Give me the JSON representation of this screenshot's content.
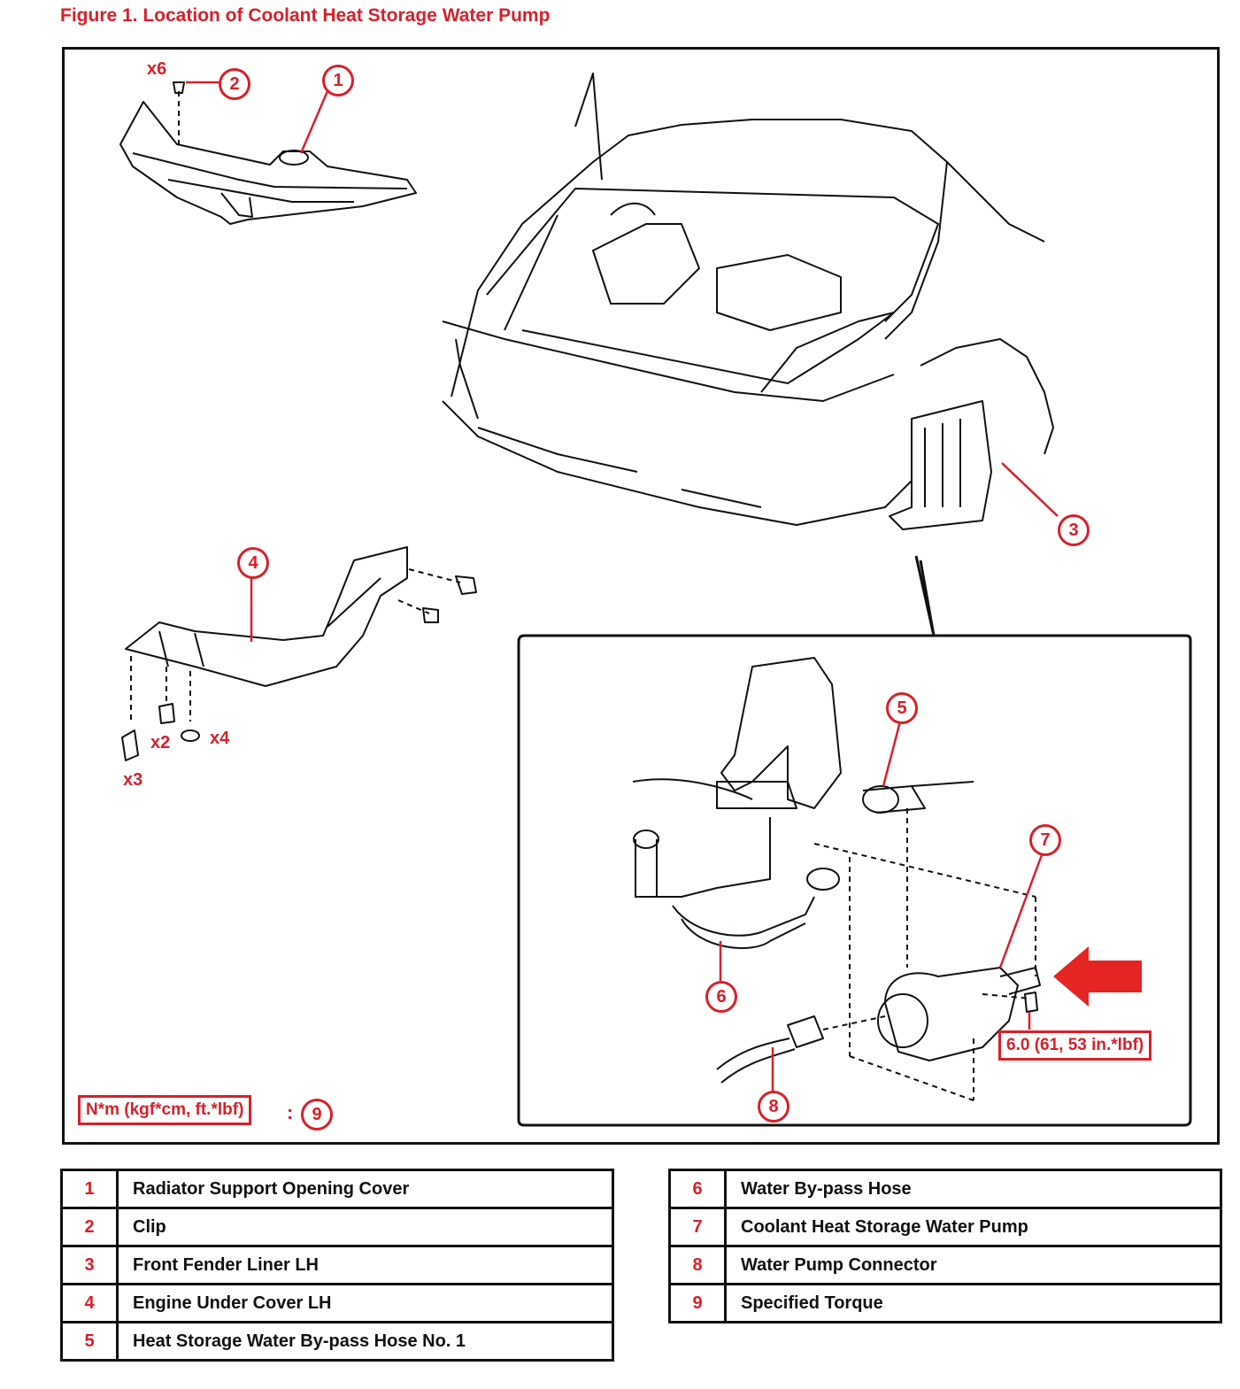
{
  "figure_title": "Figure 1.  Location of Coolant Heat Storage Water Pump",
  "callouts": [
    "1",
    "2",
    "3",
    "4",
    "5",
    "6",
    "7",
    "8",
    "9"
  ],
  "quantities": {
    "x6": "x6",
    "x2": "x2",
    "x4": "x4",
    "x3": "x3"
  },
  "torque_label": "6.0 (61, 53 in.*lbf)",
  "units_legend": "N*m (kgf*cm, ft.*lbf)",
  "units_colon": ":",
  "legend_left": [
    {
      "num": "1",
      "label": "Radiator Support Opening Cover"
    },
    {
      "num": "2",
      "label": "Clip"
    },
    {
      "num": "3",
      "label": "Front Fender Liner LH"
    },
    {
      "num": "4",
      "label": "Engine Under Cover LH"
    },
    {
      "num": "5",
      "label": "Heat Storage Water By-pass Hose No. 1"
    }
  ],
  "legend_right": [
    {
      "num": "6",
      "label": "Water By-pass Hose"
    },
    {
      "num": "7",
      "label": "Coolant Heat Storage Water Pump"
    },
    {
      "num": "8",
      "label": "Water Pump Connector"
    },
    {
      "num": "9",
      "label": "Specified Torque"
    }
  ],
  "colors": {
    "accent": "#d8202a",
    "line": "#111111"
  }
}
